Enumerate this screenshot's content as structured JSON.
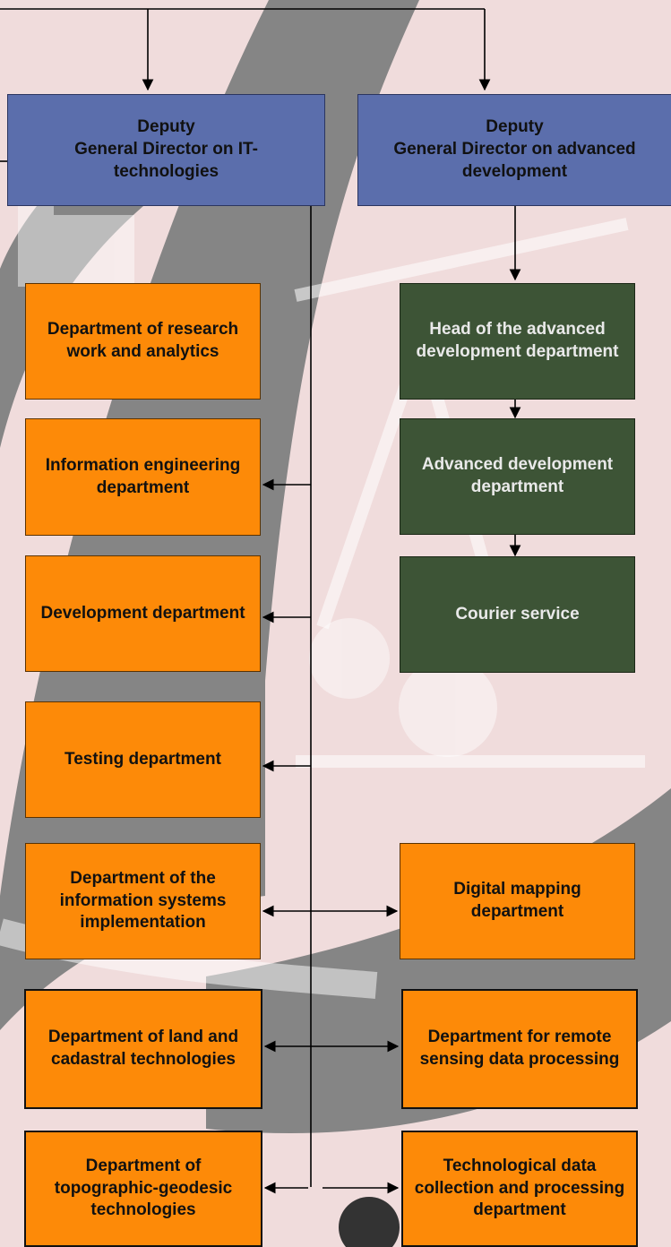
{
  "deputies": {
    "it": "Deputy\nGeneral Director on IT-\ntechnologies",
    "advanced": "Deputy\nGeneral Director on advanced\ndevelopment"
  },
  "it_departments": [
    "Department of research work and analytics",
    "Information engineering department",
    "Development department",
    "Testing department",
    "Department of the information systems implementation",
    "Department of land and cadastral technologies",
    "Department of topographic-geodesic technologies"
  ],
  "advanced_chain": [
    "Head of the advanced development department",
    "Advanced development department",
    "Courier service"
  ],
  "shared_departments": [
    "Digital mapping department",
    "Department for remote sensing data processing",
    "Technological data collection and processing department"
  ],
  "colors": {
    "deputy": "#5b6eac",
    "it_department": "#fd8a08",
    "advanced_chain": "#3d5436",
    "background": "#f0dcdc",
    "swoosh": "#858585"
  }
}
